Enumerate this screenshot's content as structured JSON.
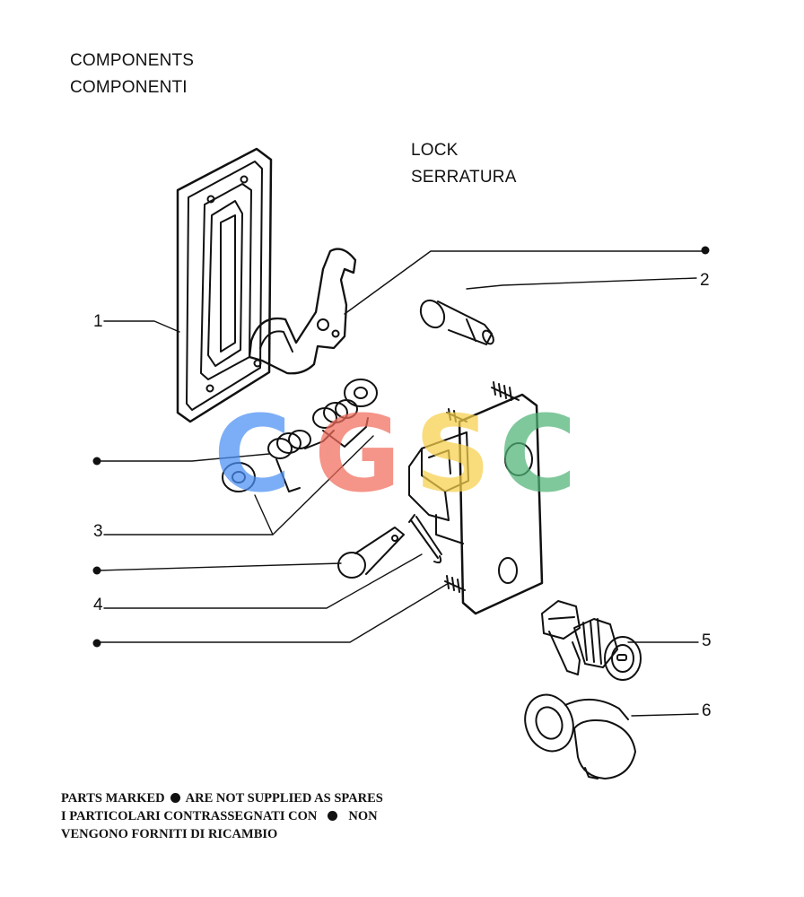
{
  "header": {
    "section_en": "COMPONENTS",
    "section_it": "COMPONENTI",
    "group_en": "LOCK",
    "group_it": "SERRATURA"
  },
  "callouts": [
    {
      "id": "1",
      "label": "1"
    },
    {
      "id": "2",
      "label": "2"
    },
    {
      "id": "3",
      "label": "3"
    },
    {
      "id": "4",
      "label": "4"
    },
    {
      "id": "5",
      "label": "5"
    },
    {
      "id": "6",
      "label": "6"
    }
  ],
  "watermark": {
    "letters": [
      "C",
      "G",
      "S",
      "C"
    ],
    "colors": [
      "#4a8ff5",
      "#f26b5b",
      "#f7cf4a",
      "#4fb377"
    ]
  },
  "note": {
    "line1_a": "PARTS MARKED",
    "line1_b": "ARE NOT SUPPLIED AS SPARES",
    "line2_a": "I PARTICOLARI CONTRASSEGNATI CON",
    "line2_b": "NON",
    "line3": "VENGONO FORNITI DI RICAMBIO"
  },
  "colors": {
    "ink": "#111111",
    "paper": "#ffffff"
  }
}
